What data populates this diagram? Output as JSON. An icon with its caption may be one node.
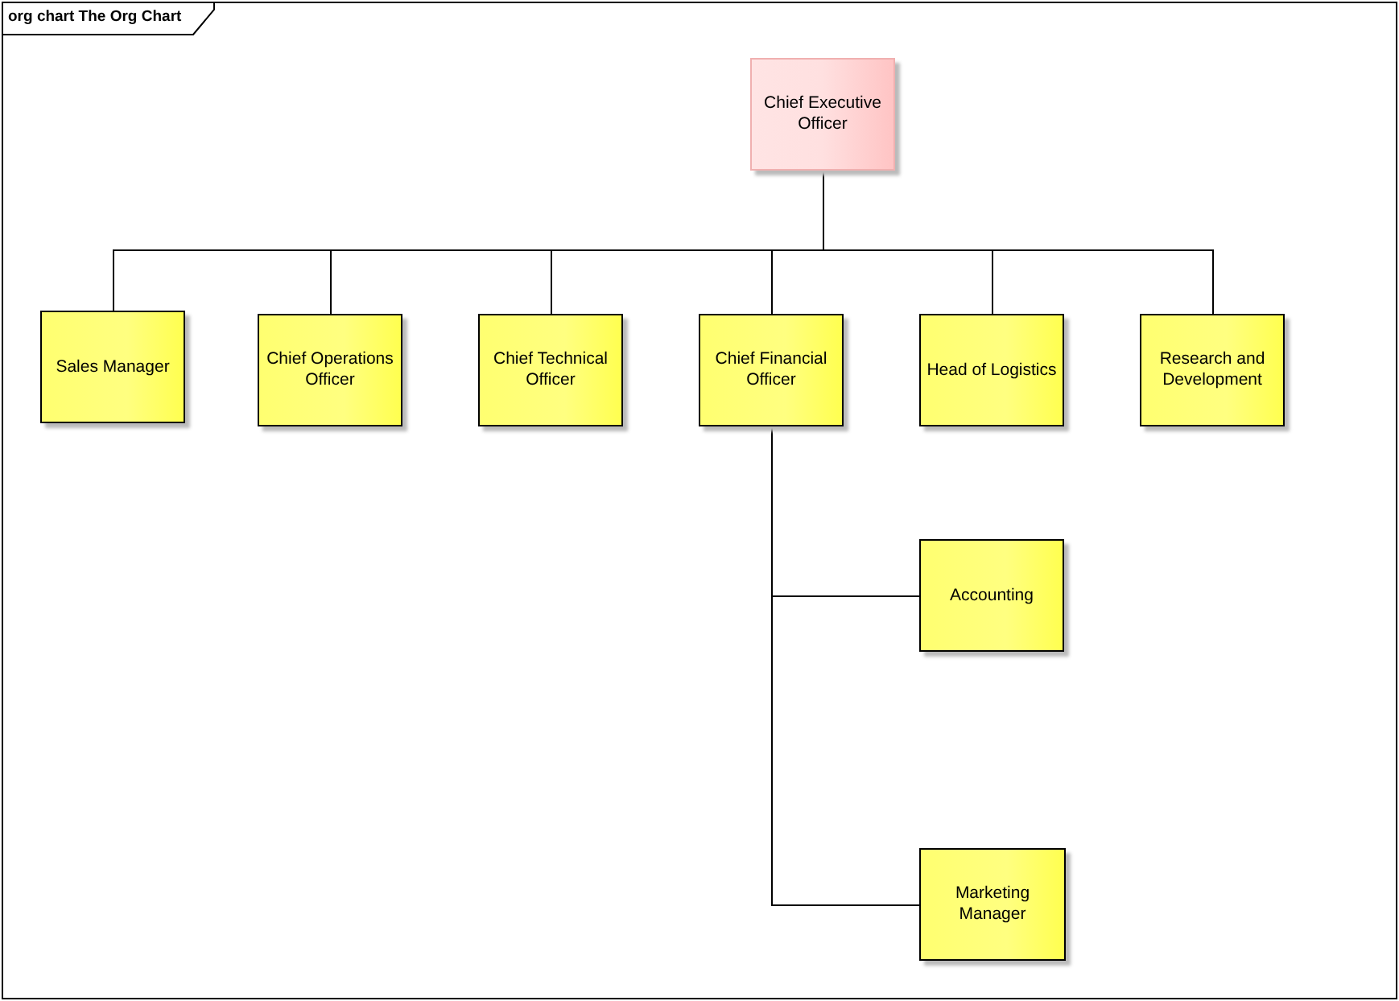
{
  "diagram": {
    "title": "org chart The Org Chart",
    "nodes": [
      {
        "text": [
          "Chief Executive Officer"
        ]
      },
      {
        "text": [
          "Sales Manager"
        ]
      },
      {
        "text": [
          "Chief Operations Officer"
        ]
      },
      {
        "text": [
          "Chief Technical Officer"
        ]
      },
      {
        "text": [
          "Chief Financial Officer"
        ]
      },
      {
        "text": [
          "Head of Logistics"
        ]
      },
      {
        "text": [
          "Research and Development"
        ]
      },
      {
        "text": [
          "Accounting"
        ]
      },
      {
        "text": [
          "Marketing Manager"
        ]
      }
    ],
    "edges": [
      {
        "from": 0,
        "to": 1,
        "arrow": "none"
      },
      {
        "from": 0,
        "to": 2,
        "arrow": "none"
      },
      {
        "from": 0,
        "to": 3,
        "arrow": "none"
      },
      {
        "from": 0,
        "to": 4,
        "arrow": "none"
      },
      {
        "from": 0,
        "to": 5,
        "arrow": "none"
      },
      {
        "from": 0,
        "to": 6,
        "arrow": "none"
      },
      {
        "from": 4,
        "to": 7,
        "arrow": "none"
      },
      {
        "from": 4,
        "to": 8,
        "arrow": "none"
      }
    ]
  }
}
